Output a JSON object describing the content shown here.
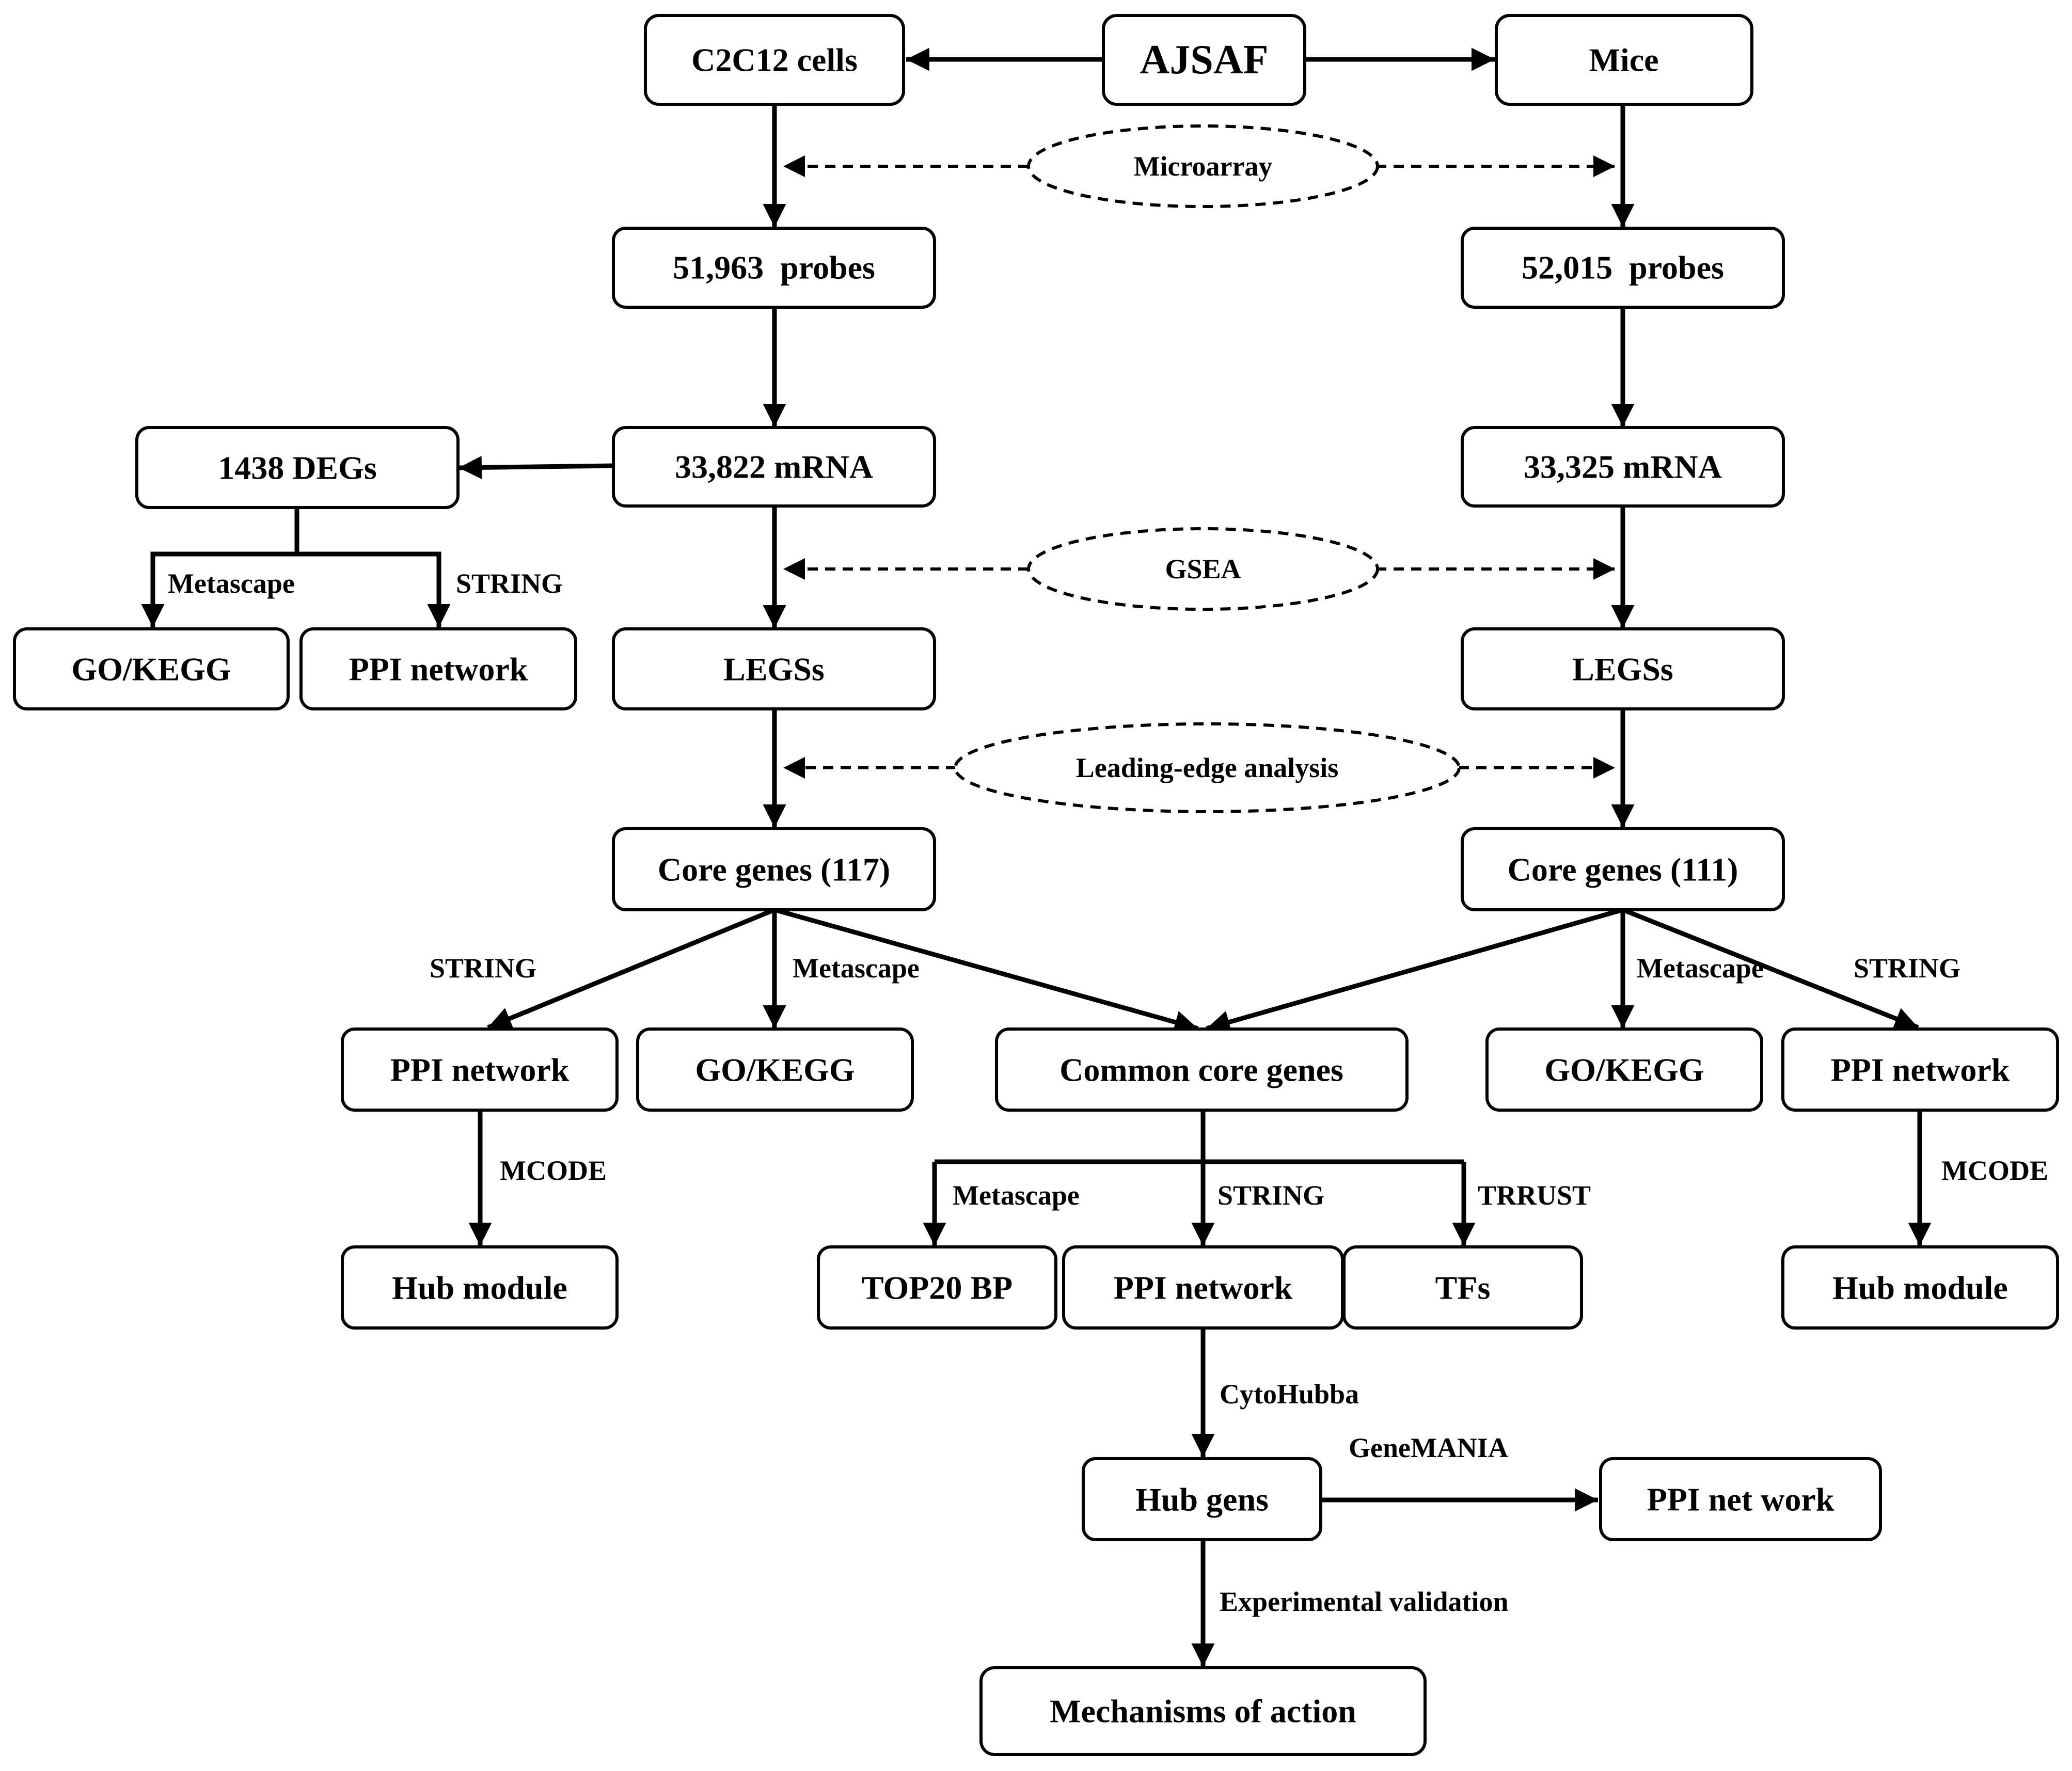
{
  "nodes": {
    "c2c12": "C2C12 cells",
    "ajsaf": "AJSAF",
    "mice": "Mice",
    "probes_left": "51,963  probes",
    "probes_right": "52,015  probes",
    "degs": "1438 DEGs",
    "mrna_left": "33,822 mRNA",
    "mrna_right": "33,325 mRNA",
    "gokegg_degs": "GO/KEGG",
    "ppi_degs": "PPI network",
    "legss_left": "LEGSs",
    "legss_right": "LEGSs",
    "core_left": "Core genes (117)",
    "core_right": "Core genes (111)",
    "ppi_left": "PPI network",
    "gokegg_left": "GO/KEGG",
    "common_core": "Common core genes",
    "gokegg_right": "GO/KEGG",
    "ppi_right": "PPI network",
    "hub_module_left": "Hub module",
    "top20bp": "TOP20 BP",
    "ppi_common": "PPI network",
    "tfs": "TFs",
    "hub_module_right": "Hub module",
    "hub_gens": "Hub gens",
    "ppi_net_work": "PPI net work",
    "mechanisms": "Mechanisms of action"
  },
  "ellipses": {
    "microarray": "Microarray",
    "gsea": "GSEA",
    "leading_edge": "Leading-edge analysis"
  },
  "edge_labels": {
    "metascape_degs": "Metascape",
    "string_degs": "STRING",
    "string_core_left": "STRING",
    "metascape_core_left": "Metascape",
    "metascape_core_right": "Metascape",
    "string_core_right": "STRING",
    "mcode_left": "MCODE",
    "metascape_common": "Metascape",
    "string_common": "STRING",
    "trrust_common": "TRRUST",
    "mcode_right": "MCODE",
    "cytohubba": "CytoHubba",
    "genemania": "GeneMANIA",
    "experimental_validation": "Experimental validation"
  }
}
